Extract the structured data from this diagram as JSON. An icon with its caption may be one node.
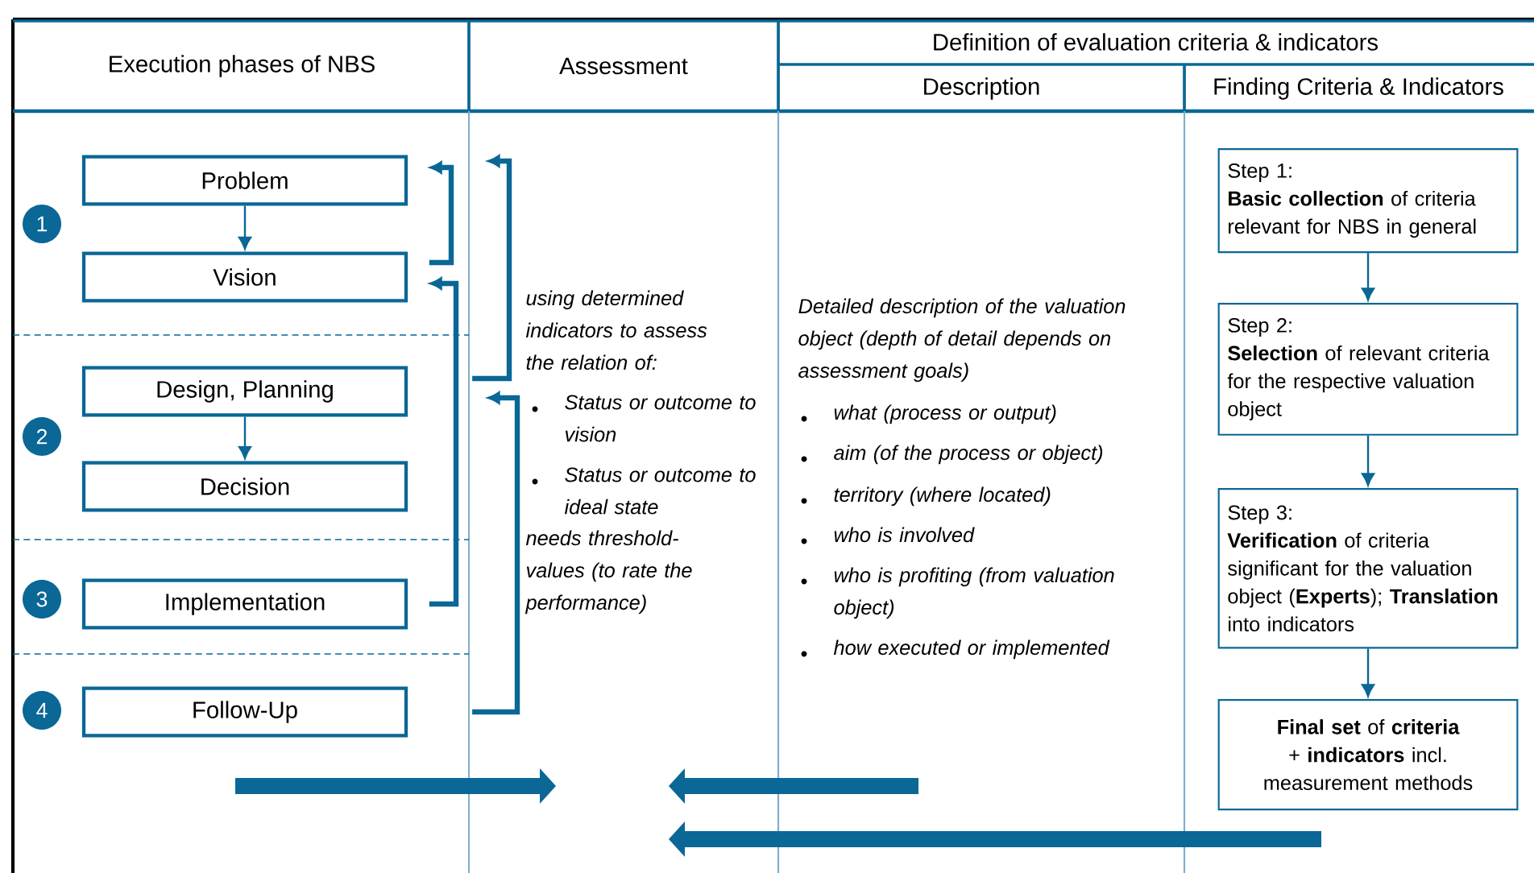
{
  "diagram": {
    "nodes": [
      {
        "text": [
          "Problem"
        ]
      },
      {
        "text": [
          "Vision"
        ]
      },
      {
        "text": [
          "Design, Planning"
        ]
      },
      {
        "text": [
          "Decision"
        ]
      },
      {
        "text": [
          "Implementation"
        ]
      },
      {
        "text": [
          "Follow-Up"
        ]
      },
      {
        "text": [
          "1"
        ]
      },
      {
        "text": [
          "2"
        ]
      },
      {
        "text": [
          "3"
        ]
      },
      {
        "text": [
          "4"
        ]
      },
      {
        "text": [
          "Step 1:",
          "**Basic collection** of criteria relevant for NBS in general"
        ]
      },
      {
        "text": [
          "Step 2:",
          "**Selection** of relevant criteria for the respective valuation object"
        ]
      },
      {
        "text": [
          "Step 3:",
          "**Verification** of criteria significant for the valuation object (**Experts**); **Translation** into indicators"
        ]
      },
      {
        "text": [
          "**Final set** of **criteria** + **indicators** incl. measurement methods"
        ]
      }
    ],
    "edges": [
      {
        "from": 0,
        "to": 1,
        "arrow": "to"
      },
      {
        "from": 2,
        "to": 3,
        "arrow": "to"
      },
      {
        "from": 1,
        "to": 0,
        "arrow": "to",
        "style": "thick"
      },
      {
        "from": 4,
        "to": 1,
        "arrow": "to",
        "style": "thick"
      },
      {
        "from": 5,
        "to": null,
        "arrow": "to",
        "style": "thick"
      },
      {
        "from": 2,
        "to": null,
        "arrow": "to",
        "style": "thick"
      },
      {
        "from": 10,
        "to": 11,
        "arrow": "to"
      },
      {
        "from": 11,
        "to": 12,
        "arrow": "to"
      },
      {
        "from": 12,
        "to": 13,
        "arrow": "to"
      }
    ],
    "labels": [
      "Execution phases of NBS",
      "Assessment",
      "Definition of evaluation criteria & indicators",
      "Description",
      "Finding  Criteria & Indicators",
      "using determined indicators to assess the relation of:",
      "Status or outcome to vision",
      "Status or outcome to ideal state",
      "needs threshold-values (to rate the performance)",
      "Detailed description of the valuation object (depth of detail depends on assessment goals)",
      "what (process or output)",
      "aim (of the process or object)",
      "territory (where located)",
      "who is involved",
      "who is profiting (from valuation object)",
      "how executed or implemented"
    ]
  }
}
